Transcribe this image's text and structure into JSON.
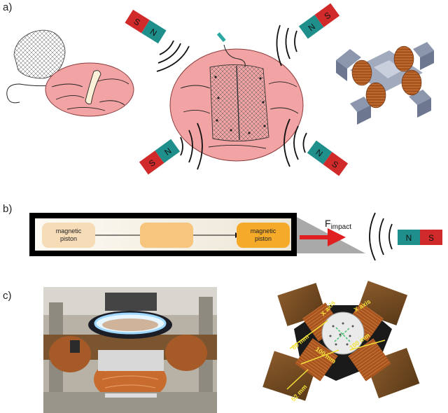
{
  "panels": {
    "a": {
      "label": "a)"
    },
    "b": {
      "label": "b)"
    },
    "c": {
      "label": "c)"
    }
  },
  "magnet": {
    "north": "N",
    "south": "S",
    "north_color": "#1f8f8c",
    "south_color": "#d12a2a"
  },
  "piston_diagram": {
    "left_piston": "magnetic piston",
    "right_piston": "magnetic piston",
    "force_label": "F",
    "force_subscript": "impact",
    "colors": {
      "left": "#f7dcb8",
      "middle": "#f7c57e",
      "right": "#f5aa2a",
      "arrow": "#e02020",
      "frame": "#000000"
    }
  },
  "device_photo": {
    "x_axis_label_1": "X axis",
    "x_axis_label_2": "X axis",
    "dim_60": "60 mm",
    "dim_100a": "100 mm",
    "dim_100b": "100 mm",
    "dim_52": "52 mm"
  },
  "colors": {
    "wound": "#f2a3a3",
    "wound_stroke": "#9b3b3b",
    "coil": "#b8622a"
  }
}
